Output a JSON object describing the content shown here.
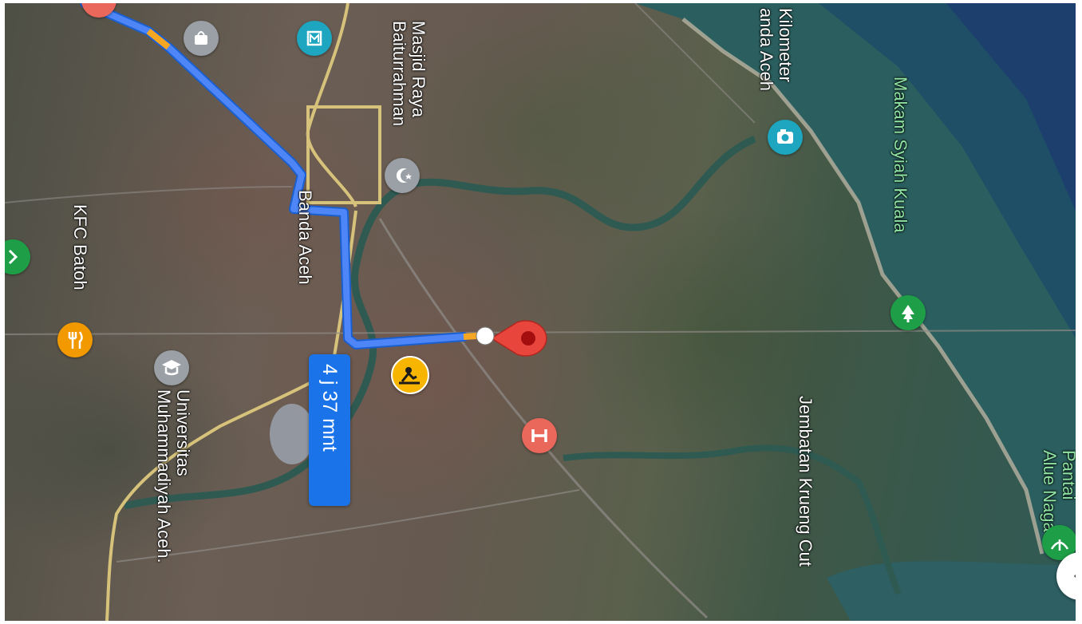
{
  "labels": {
    "kilometer_zero": "Kilometer\nanda Aceh",
    "makam_syiah_kuala": "Makam Syiah Kuala",
    "masjid_raya": "Masjid Raya\nBaiturrahman",
    "banda_aceh": "Banda Aceh",
    "kfc_batoh": "KFC Batoh",
    "universitas": "Universitas\nMuhammadiyah Aceh.",
    "jembatan": "Jembatan Krueng Cut",
    "pantai": "Pantai\nAlue Naga"
  },
  "route": {
    "duration": "4 j 37 mnt",
    "color": "#4f86f7"
  },
  "colors": {
    "destination_pin": "#e8463c",
    "hospital": "#e9675b",
    "poi_teal": "#1ea5bf",
    "poi_gray": "#9aa0a6",
    "poi_green": "#1e9e47",
    "poi_orange": "#f29900",
    "construction": "#f7b500"
  },
  "icons": {
    "destination": "destination-pin-icon",
    "hospital": "hospital-icon",
    "mosque": "mosque-icon",
    "museum": "museum-icon",
    "camera": "camera-icon",
    "shopping": "shopping-bag-icon",
    "education": "education-icon",
    "restaurant": "restaurant-icon",
    "park": "park-icon",
    "construction": "road-construction-icon",
    "beach": "beach-icon",
    "chevron": "chevron-left-icon"
  }
}
